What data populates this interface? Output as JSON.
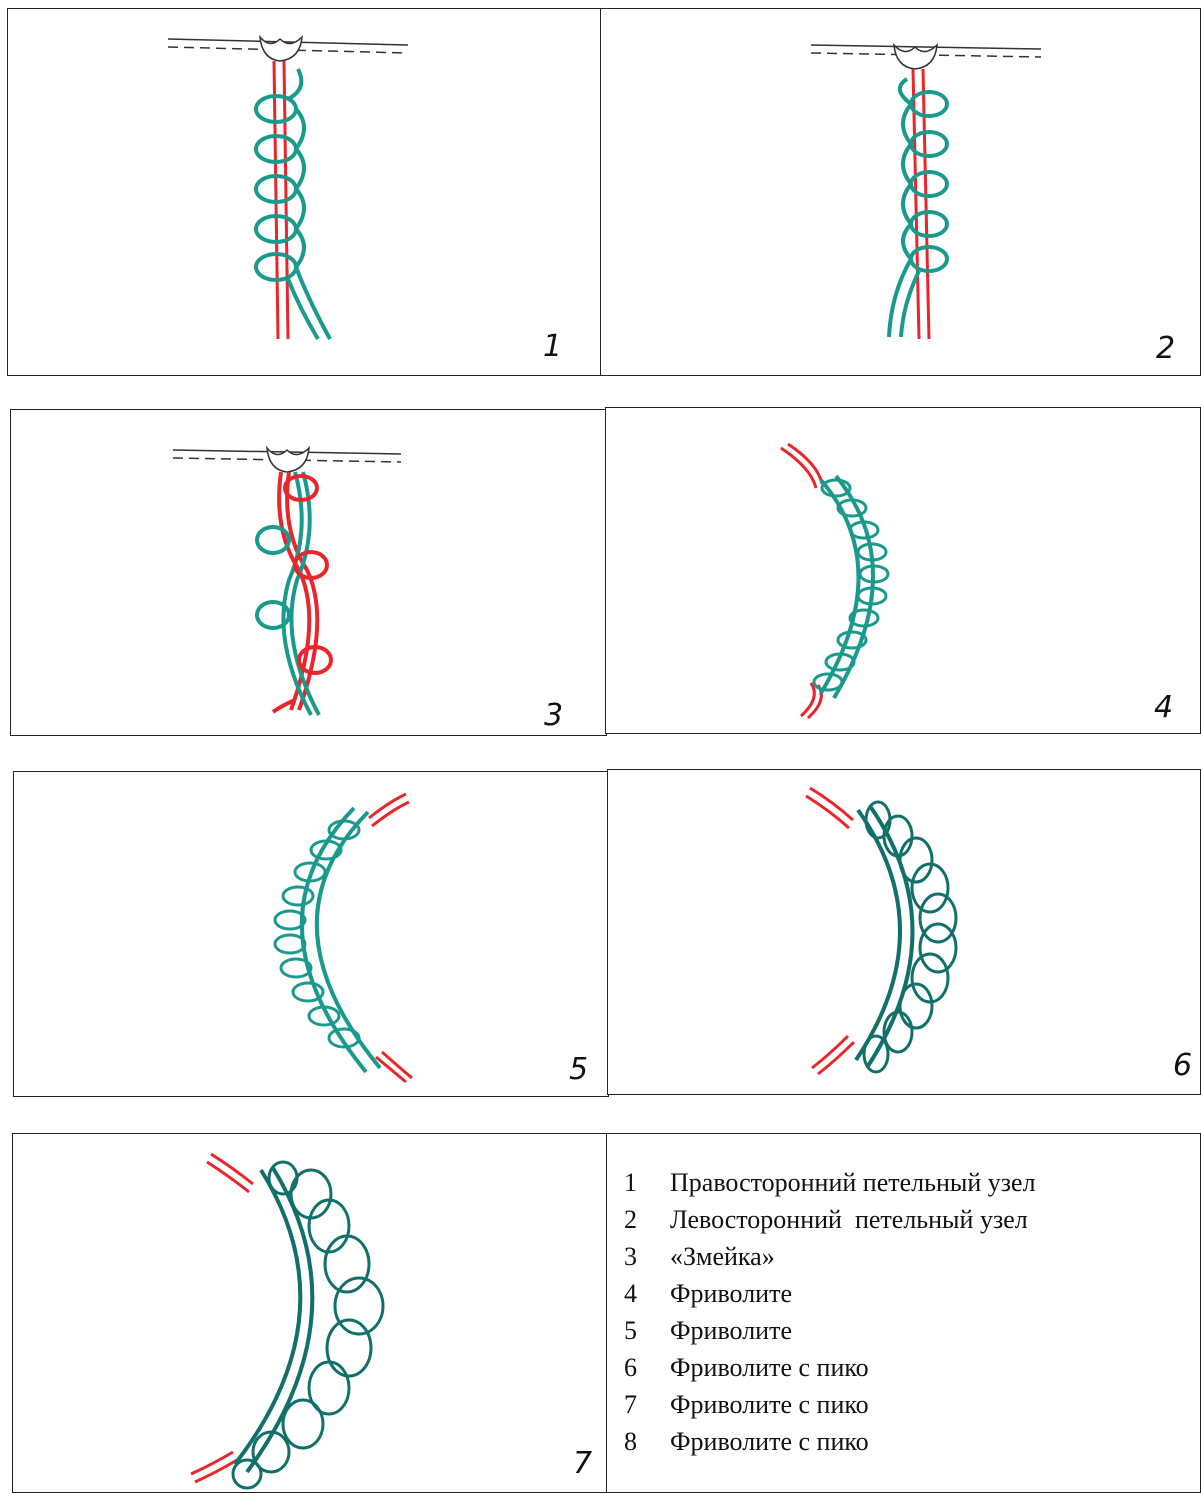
{
  "panels": [
    {
      "number": "1"
    },
    {
      "number": "2"
    },
    {
      "number": "3"
    },
    {
      "number": "4"
    },
    {
      "number": "5"
    },
    {
      "number": "6"
    },
    {
      "number": "7"
    }
  ],
  "legend": [
    {
      "num": "1",
      "text": "Правосторонний петельный узел"
    },
    {
      "num": "2",
      "text": "Левосторонний  петельный узел"
    },
    {
      "num": "3",
      "text": "«Змейка»"
    },
    {
      "num": "4",
      "text": "Фриволите"
    },
    {
      "num": "5",
      "text": "Фриволите"
    },
    {
      "num": "6",
      "text": "Фриволите с пико"
    },
    {
      "num": "7",
      "text": "Фриволите с пико"
    },
    {
      "num": "8",
      "text": "Фриволите с пико"
    }
  ],
  "colors": {
    "cord_red": "#e8262c",
    "cord_teal": "#1a9a8c",
    "cord_dark_teal": "#11706a",
    "ink": "#222222"
  }
}
